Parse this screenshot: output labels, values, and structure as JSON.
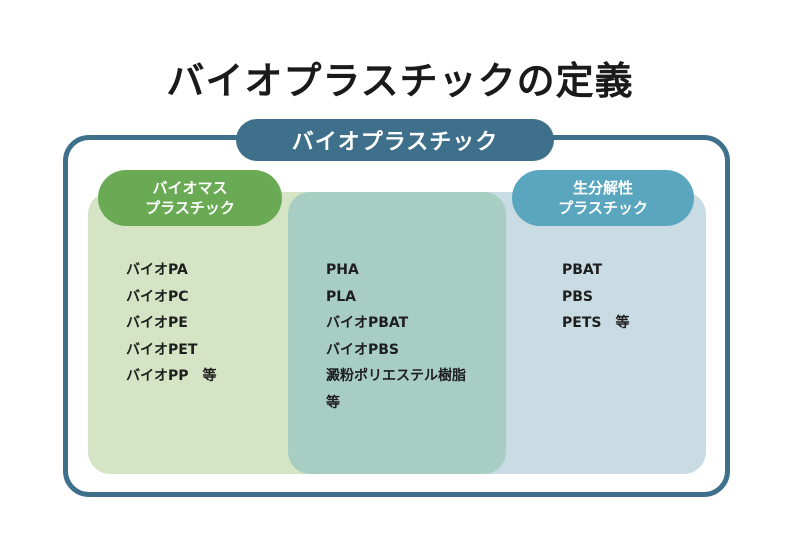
{
  "title": "バイオプラスチックの定義",
  "frame_label": "バイオプラスチック",
  "biomass": {
    "label_line1": "バイオマス",
    "label_line2": "プラスチック",
    "items": [
      "バイオPA",
      "バイオPC",
      "バイオPE",
      "バイオPET",
      "バイオPP　等"
    ]
  },
  "overlap": {
    "items": [
      "PHA",
      "PLA",
      "バイオPBAT",
      "バイオPBS",
      "澱粉ポリエステル樹脂",
      "等"
    ]
  },
  "biodegradable": {
    "label_line1": "生分解性",
    "label_line2": "プラスチック",
    "items": [
      "PBAT",
      "PBS",
      "PETS　等"
    ]
  },
  "colors": {
    "frame": "#3e6f8b",
    "biomass_pill": "#6aaa55",
    "biomass_panel": "#d4e4c4",
    "overlap_panel": "#a8cec4",
    "biodegradable_pill": "#5aa6bf",
    "biodegradable_panel": "#c9dbe3"
  }
}
